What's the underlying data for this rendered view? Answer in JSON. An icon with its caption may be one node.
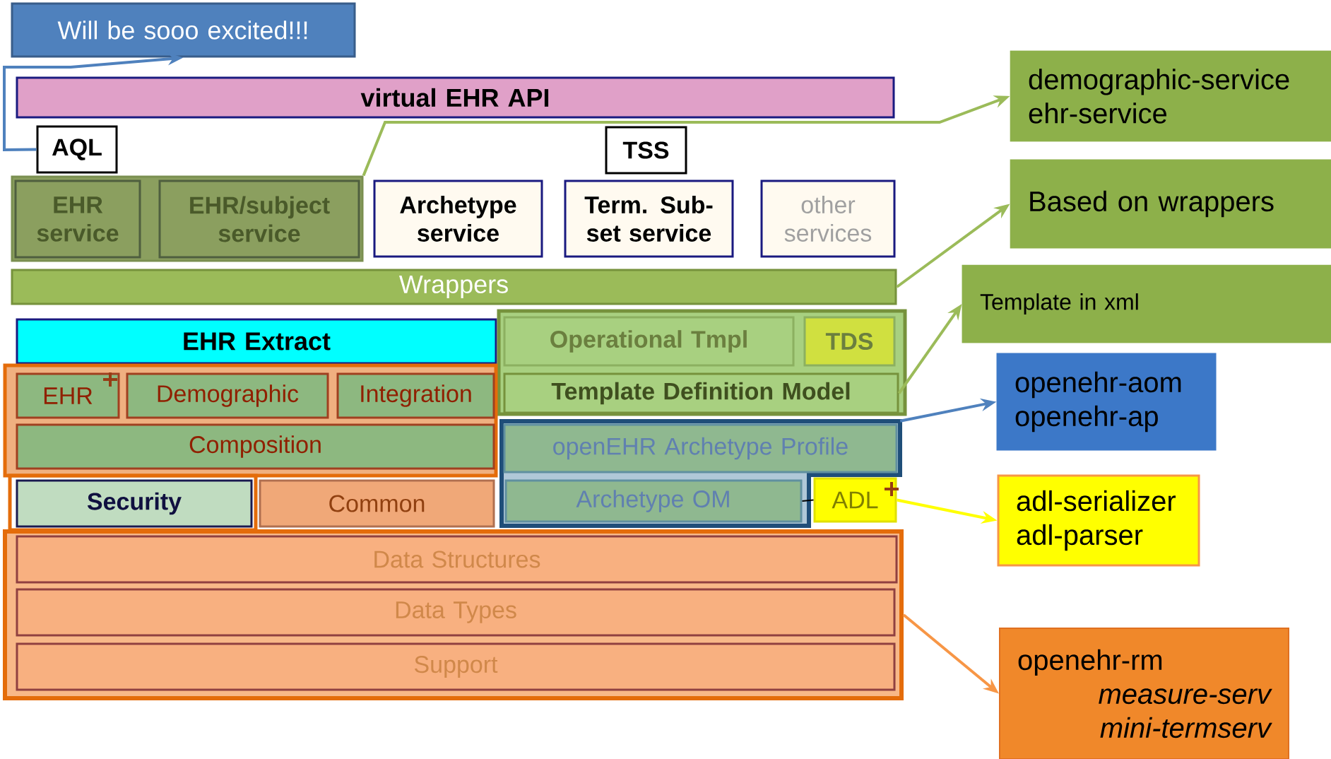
{
  "diagram": {
    "nodes": [
      {
        "text": [
          "Will be sooo excited!!!"
        ]
      },
      {
        "text": [
          "virtual EHR API"
        ]
      },
      {
        "text": [
          "AQL"
        ]
      },
      {
        "text": [
          "TSS"
        ]
      },
      {
        "text": [],
        "shape": "box"
      },
      {
        "text": [
          "EHR service"
        ],
        "in": 4
      },
      {
        "text": [
          "EHR/subject service"
        ],
        "in": 4
      },
      {
        "text": [
          "Archetype service"
        ]
      },
      {
        "text": [
          "Term. Sub-set service"
        ]
      },
      {
        "text": [
          "other services"
        ]
      },
      {
        "text": [
          "Wrappers"
        ]
      },
      {
        "text": [
          "EHR Extract"
        ]
      },
      {
        "text": [],
        "shape": "box"
      },
      {
        "text": [
          "Operational Tmpl"
        ],
        "in": 12
      },
      {
        "text": [
          "TDS"
        ],
        "in": 12
      },
      {
        "text": [
          "Template Definition Model"
        ],
        "in": 12
      },
      {
        "text": [],
        "shape": "box"
      },
      {
        "text": [
          "EHR"
        ],
        "in": 16
      },
      {
        "text": [
          "Demographic"
        ],
        "in": 16
      },
      {
        "text": [
          "Integration"
        ],
        "in": 16
      },
      {
        "text": [
          "Composition"
        ],
        "in": 16
      },
      {
        "text": [],
        "shape": "box"
      },
      {
        "text": [
          "openEHR Archetype Profile"
        ],
        "in": 21
      },
      {
        "text": [
          "Archetype OM"
        ],
        "in": 21
      },
      {
        "text": [
          "ADL"
        ],
        "in": 21
      },
      {
        "text": [
          "Security"
        ]
      },
      {
        "text": [
          "Common"
        ]
      },
      {
        "text": [],
        "shape": "box"
      },
      {
        "text": [
          "Data Structures"
        ],
        "in": 27
      },
      {
        "text": [
          "Data Types"
        ],
        "in": 27
      },
      {
        "text": [
          "Support"
        ],
        "in": 27
      },
      {
        "text": [
          "demographic-service",
          "ehr-service"
        ]
      },
      {
        "text": [
          "Based on wrappers"
        ]
      },
      {
        "text": [
          "Template in xml"
        ]
      },
      {
        "text": [
          "openehr-aom",
          "openehr-ap"
        ]
      },
      {
        "text": [
          "adl-serializer",
          "adl-parser"
        ]
      },
      {
        "text": [
          "openehr-rm",
          "measure-serv",
          "mini-termserv"
        ]
      }
    ],
    "edges": [
      {
        "from": 2,
        "to": 0,
        "arrow": "to",
        "color": "#4f81bd"
      },
      {
        "from": 4,
        "to": 31,
        "arrow": "to"
      },
      {
        "from": 10,
        "to": 32,
        "arrow": "to"
      },
      {
        "from": 15,
        "to": 33,
        "arrow": "to"
      },
      {
        "from": 21,
        "to": 34,
        "arrow": "to",
        "color": "#4f81bd"
      },
      {
        "from": 24,
        "to": 35,
        "arrow": "to",
        "color": "#ffff00"
      },
      {
        "from": 27,
        "to": 36,
        "arrow": "to",
        "color": "#f79646"
      },
      {
        "from": 23,
        "to": 24,
        "arrow": "none",
        "color": "#000000"
      }
    ]
  }
}
